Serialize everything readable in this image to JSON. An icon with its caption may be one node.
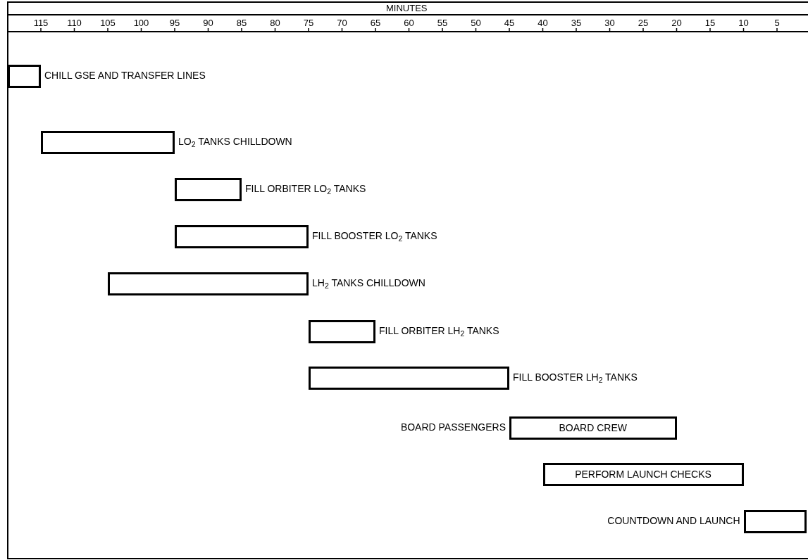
{
  "diagram": {
    "nodes": [
      {
        "text": [],
        "shape": "bar",
        "beside": [
          "CHILL GSE AND TRANSFER LINES"
        ]
      },
      {
        "text": [],
        "shape": "bar",
        "beside": [
          "LO$_{2}$ TANKS CHILLDOWN"
        ]
      },
      {
        "text": [],
        "shape": "bar",
        "beside": [
          "FILL ORBITER LO$_{2}$ TANKS"
        ]
      },
      {
        "text": [],
        "shape": "bar",
        "beside": [
          "FILL BOOSTER LO$_{2}$ TANKS"
        ]
      },
      {
        "text": [],
        "shape": "bar",
        "beside": [
          "LH$_{2}$ TANKS CHILLDOWN"
        ]
      },
      {
        "text": [],
        "shape": "bar",
        "beside": [
          "FILL ORBITER LH$_{2}$ TANKS"
        ]
      },
      {
        "text": [],
        "shape": "bar",
        "beside": [
          "FILL BOOSTER LH$_{2}$ TANKS"
        ]
      },
      {
        "text": [
          "BOARD CREW"
        ],
        "beside": [
          "BOARD PASSENGERS"
        ]
      },
      {
        "text": [
          "PERFORM LAUNCH CHECKS"
        ]
      },
      {
        "text": [],
        "shape": "bar",
        "beside": [
          "COUNTDOWN AND LAUNCH"
        ]
      }
    ],
    "labels": [
      "MINUTES",
      "115",
      "110",
      "105",
      "100",
      "95",
      "90",
      "85",
      "80",
      "75",
      "70",
      "65",
      "60",
      "55",
      "50",
      "45",
      "40",
      "35",
      "30",
      "25",
      "20",
      "15",
      "10",
      "5"
    ]
  }
}
